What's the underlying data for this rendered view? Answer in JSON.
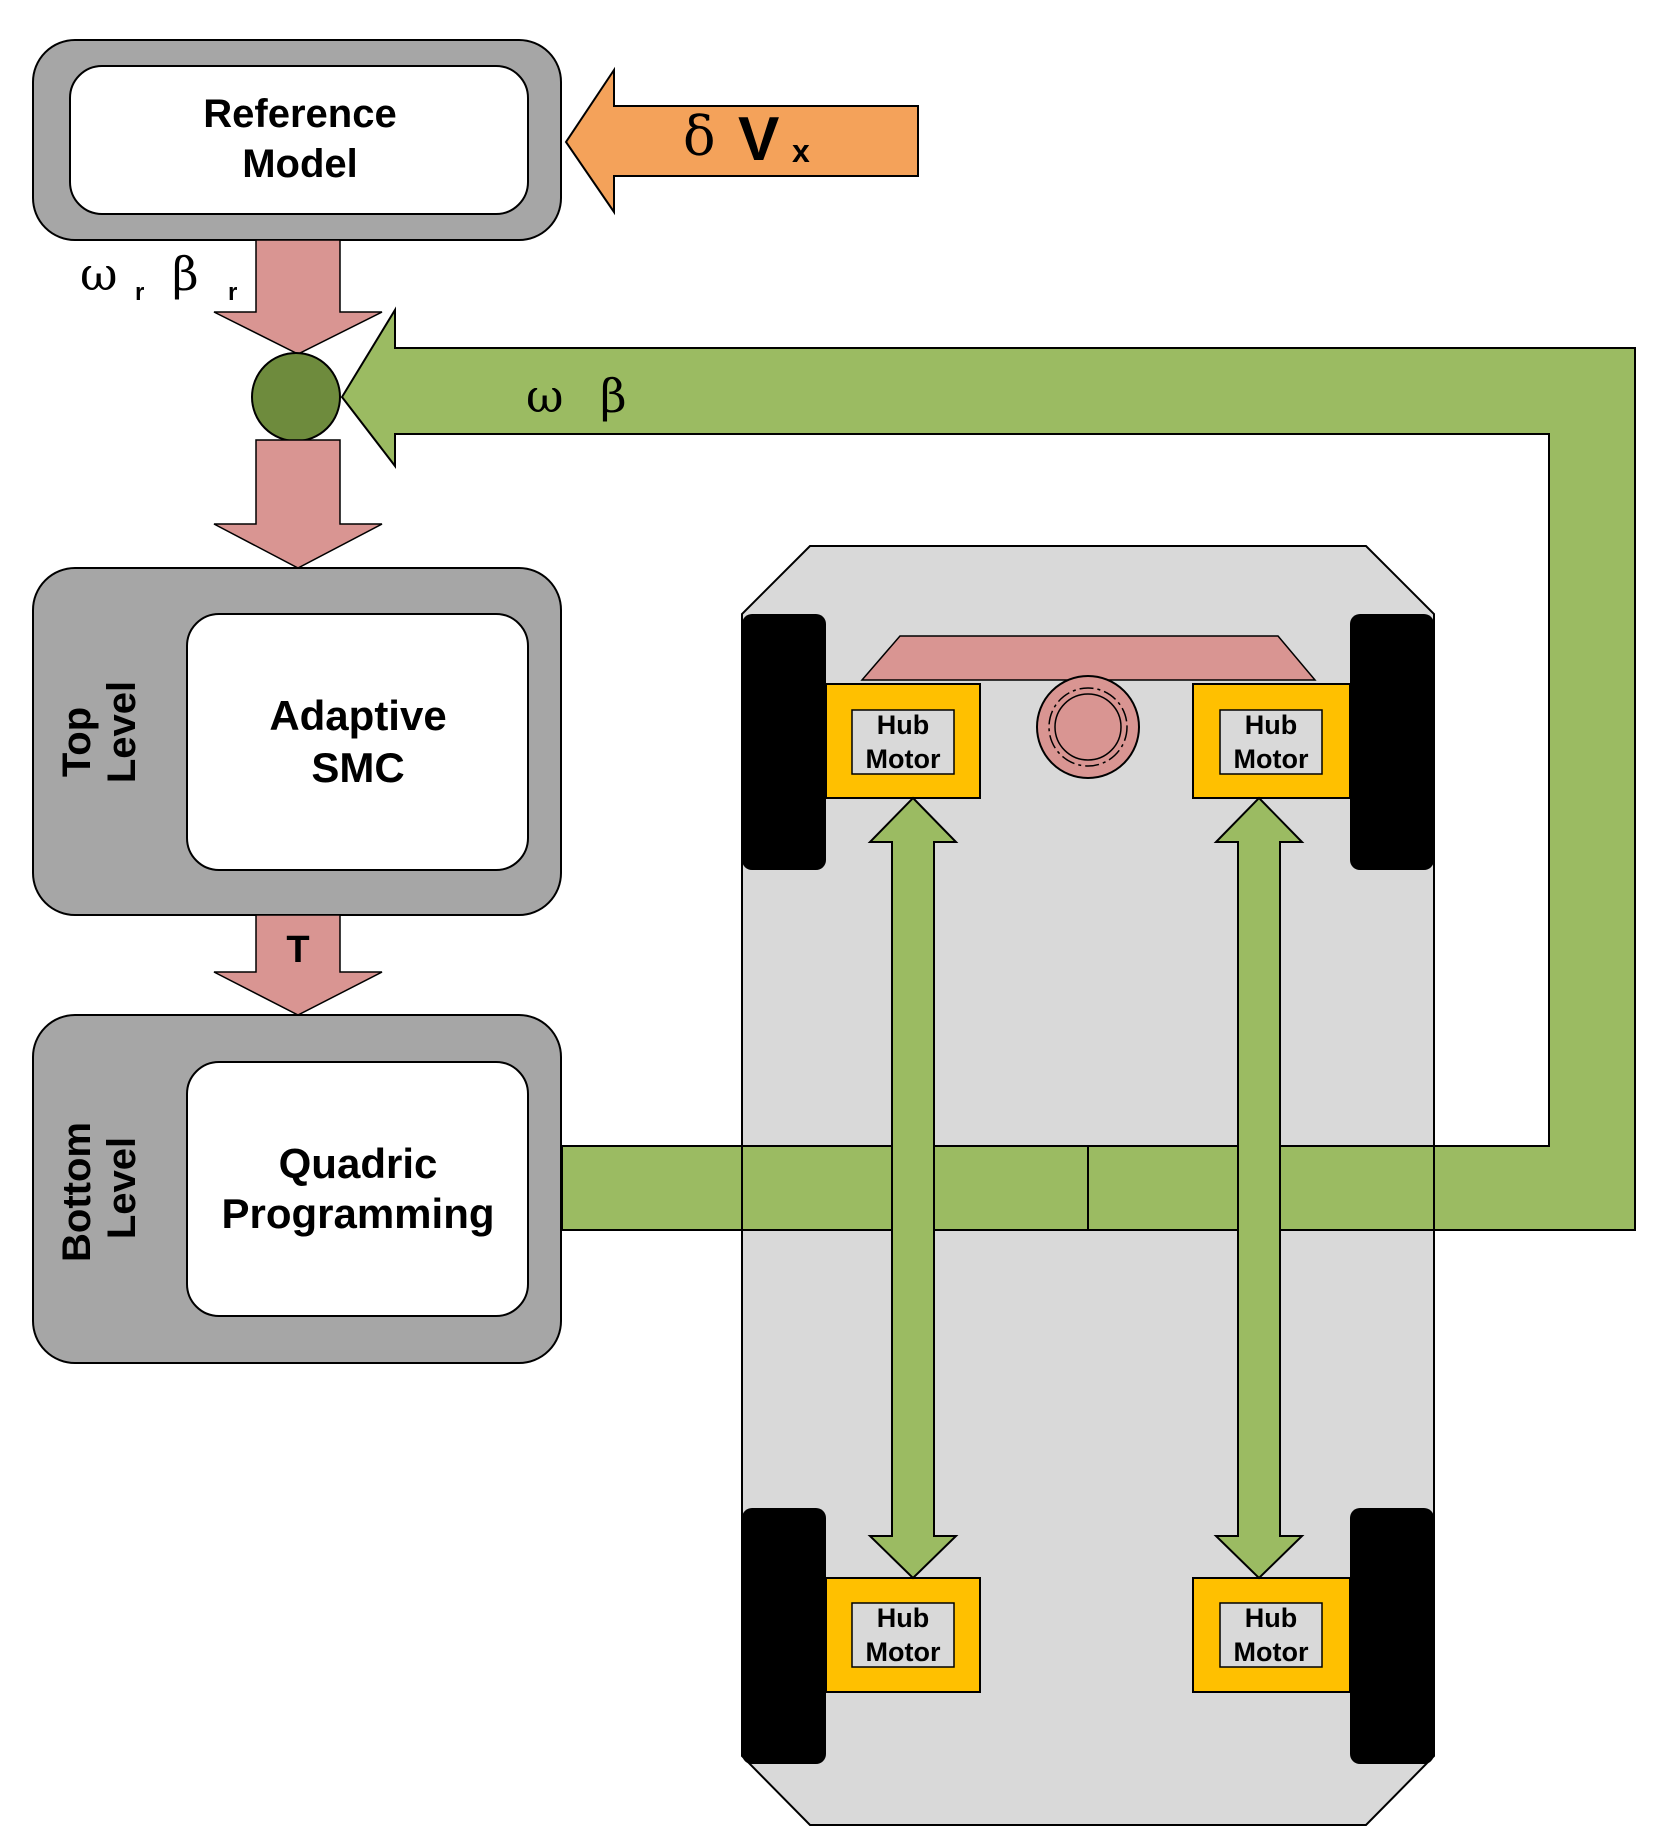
{
  "blocks": {
    "reference_model": {
      "line1": "Reference",
      "line2": "Model"
    },
    "top_level": {
      "side_line1": "Top",
      "side_line2": "Level",
      "inner_line1": "Adaptive",
      "inner_line2": "SMC"
    },
    "bottom_level": {
      "side_line1": "Bottom",
      "side_line2": "Level",
      "inner_line1": "Quadric",
      "inner_line2": "Programming"
    }
  },
  "signals": {
    "input": {
      "delta": "δ",
      "v": "V",
      "v_sub": "x"
    },
    "reference_out": {
      "omega": "ω",
      "omega_sub": "r",
      "beta": "β",
      "beta_sub": "r"
    },
    "feedback": {
      "omega": "ω",
      "beta": "β"
    },
    "torque": "T"
  },
  "motors": {
    "front_left": {
      "line1": "Hub",
      "line2": "Motor"
    },
    "front_right": {
      "line1": "Hub",
      "line2": "Motor"
    },
    "rear_left": {
      "line1": "Hub",
      "line2": "Motor"
    },
    "rear_right": {
      "line1": "Hub",
      "line2": "Motor"
    }
  },
  "colors": {
    "block_outer": "#a6a6a6",
    "block_inner": "#ffffff",
    "input_arrow": "#f4a25a",
    "signal_arrow": "#d99592",
    "summing_junction": "#6e8b3d",
    "feedback_path": "#9bbb62",
    "chassis": "#d9d9d9",
    "wheel": "#000000",
    "hub_motor": "#ffc000"
  }
}
